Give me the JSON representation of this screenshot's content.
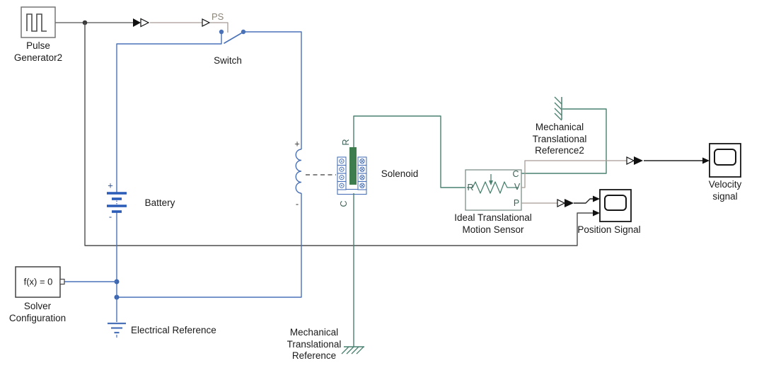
{
  "colors": {
    "electrical_line": "#4a72b8",
    "mechanical_line": "#4a8170",
    "signal_line": "#555555",
    "physical_signal_line": "#a89a94",
    "battery_symbol": "#2b5cb8",
    "plunger_fill": "#3e7d4e",
    "text": "#1a1a1a",
    "ps_label": "#8c8478"
  },
  "blocks": {
    "pulse_generator": {
      "label": "Pulse\nGenerator2"
    },
    "switch": {
      "label": "Switch",
      "ps_port": "PS"
    },
    "battery": {
      "label": "Battery",
      "plus": "+",
      "minus": "-"
    },
    "solenoid": {
      "label": "Solenoid",
      "port_r": "R",
      "port_c": "C",
      "coil_plus": "+",
      "coil_minus": "-"
    },
    "motion_sensor": {
      "label": "Ideal Translational\nMotion Sensor",
      "port_r": "R",
      "port_c": "C",
      "port_v": "V",
      "port_p": "P"
    },
    "mech_ref2": {
      "label": "Mechanical\nTranslational\nReference2"
    },
    "mech_ref": {
      "label": "Mechanical\nTranslational\nReference"
    },
    "velocity_scope": {
      "label": "Velocity signal"
    },
    "position_scope": {
      "label": "Position Signal"
    },
    "solver": {
      "label": "Solver\nConfiguration",
      "expression": "f(x) = 0"
    },
    "electrical_ref": {
      "label": "Electrical Reference"
    }
  }
}
